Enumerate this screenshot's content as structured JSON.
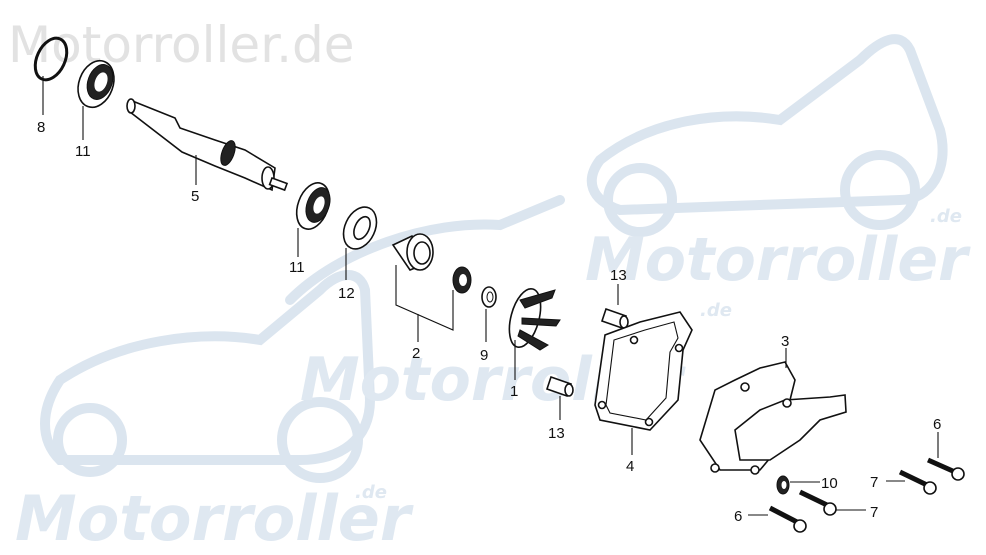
{
  "watermarks": {
    "top": "Motorroller.de",
    "brand": "Motorroller",
    "suffix": ".de"
  },
  "colors": {
    "watermark_blue": "#dbe5ef",
    "watermark_gray": "#e2e2e2",
    "line": "#111111"
  },
  "parts": [
    {
      "number": "8",
      "name": "circlip"
    },
    {
      "number": "11",
      "name": "bearing-upper"
    },
    {
      "number": "5",
      "name": "shaft"
    },
    {
      "number": "11",
      "name": "bearing-lower"
    },
    {
      "number": "12",
      "name": "washer"
    },
    {
      "number": "2",
      "name": "seal-set"
    },
    {
      "number": "9",
      "name": "small-washer"
    },
    {
      "number": "1",
      "name": "impeller"
    },
    {
      "number": "13",
      "name": "dowel-upper"
    },
    {
      "number": "13",
      "name": "dowel-lower"
    },
    {
      "number": "4",
      "name": "gasket"
    },
    {
      "number": "3",
      "name": "pump-cover"
    },
    {
      "number": "6",
      "name": "bolt-right"
    },
    {
      "number": "10",
      "name": "seal-washer"
    },
    {
      "number": "7",
      "name": "bolt-upper"
    },
    {
      "number": "7",
      "name": "bolt-lower"
    },
    {
      "number": "6",
      "name": "bolt-left"
    }
  ]
}
